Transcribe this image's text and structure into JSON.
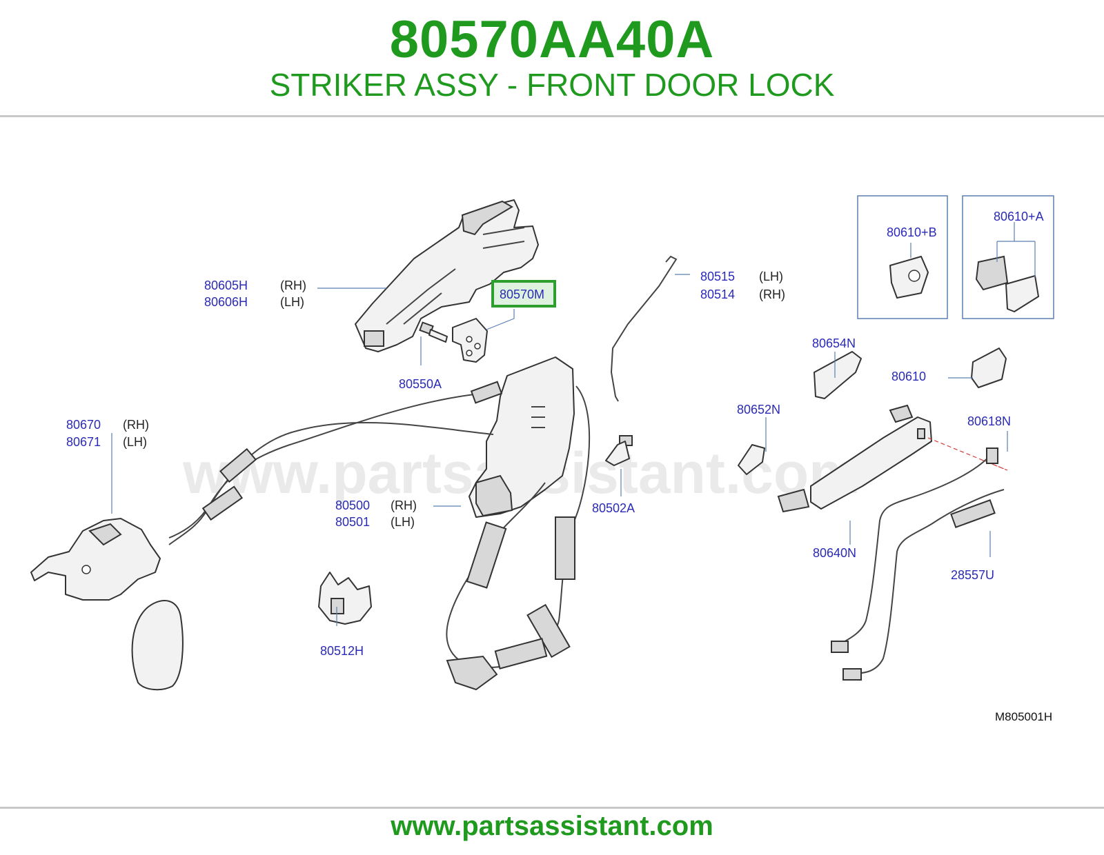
{
  "header": {
    "part_number": "80570AA40A",
    "description": "STRIKER ASSY - FRONT DOOR LOCK"
  },
  "watermark": "www.partsassistant.com",
  "footer": {
    "url": "www.partsassistant.com"
  },
  "diagram_ref": "M805001H",
  "highlight_color": "#2e9e2e",
  "accent_color": "#1f9a1f",
  "callouts": {
    "c80605H": "80605H",
    "s80605H": "(RH)",
    "c80606H": "80606H",
    "s80606H": "(LH)",
    "c80570M": "80570M",
    "c80550A": "80550A",
    "c80515": "80515",
    "s80515": "(LH)",
    "c80514": "80514",
    "s80514": "(RH)",
    "c80670": "80670",
    "s80670": "(RH)",
    "c80671": "80671",
    "s80671": "(LH)",
    "c80500": "80500",
    "s80500": "(RH)",
    "c80501": "80501",
    "s80501": "(LH)",
    "c80502A": "80502A",
    "c80512H": "80512H",
    "c80610B": "80610+B",
    "c80610A": "80610+A",
    "c80654N": "80654N",
    "c80610": "80610",
    "c80652N": "80652N",
    "c80618N": "80618N",
    "c80640N": "80640N",
    "c28557U": "28557U"
  }
}
